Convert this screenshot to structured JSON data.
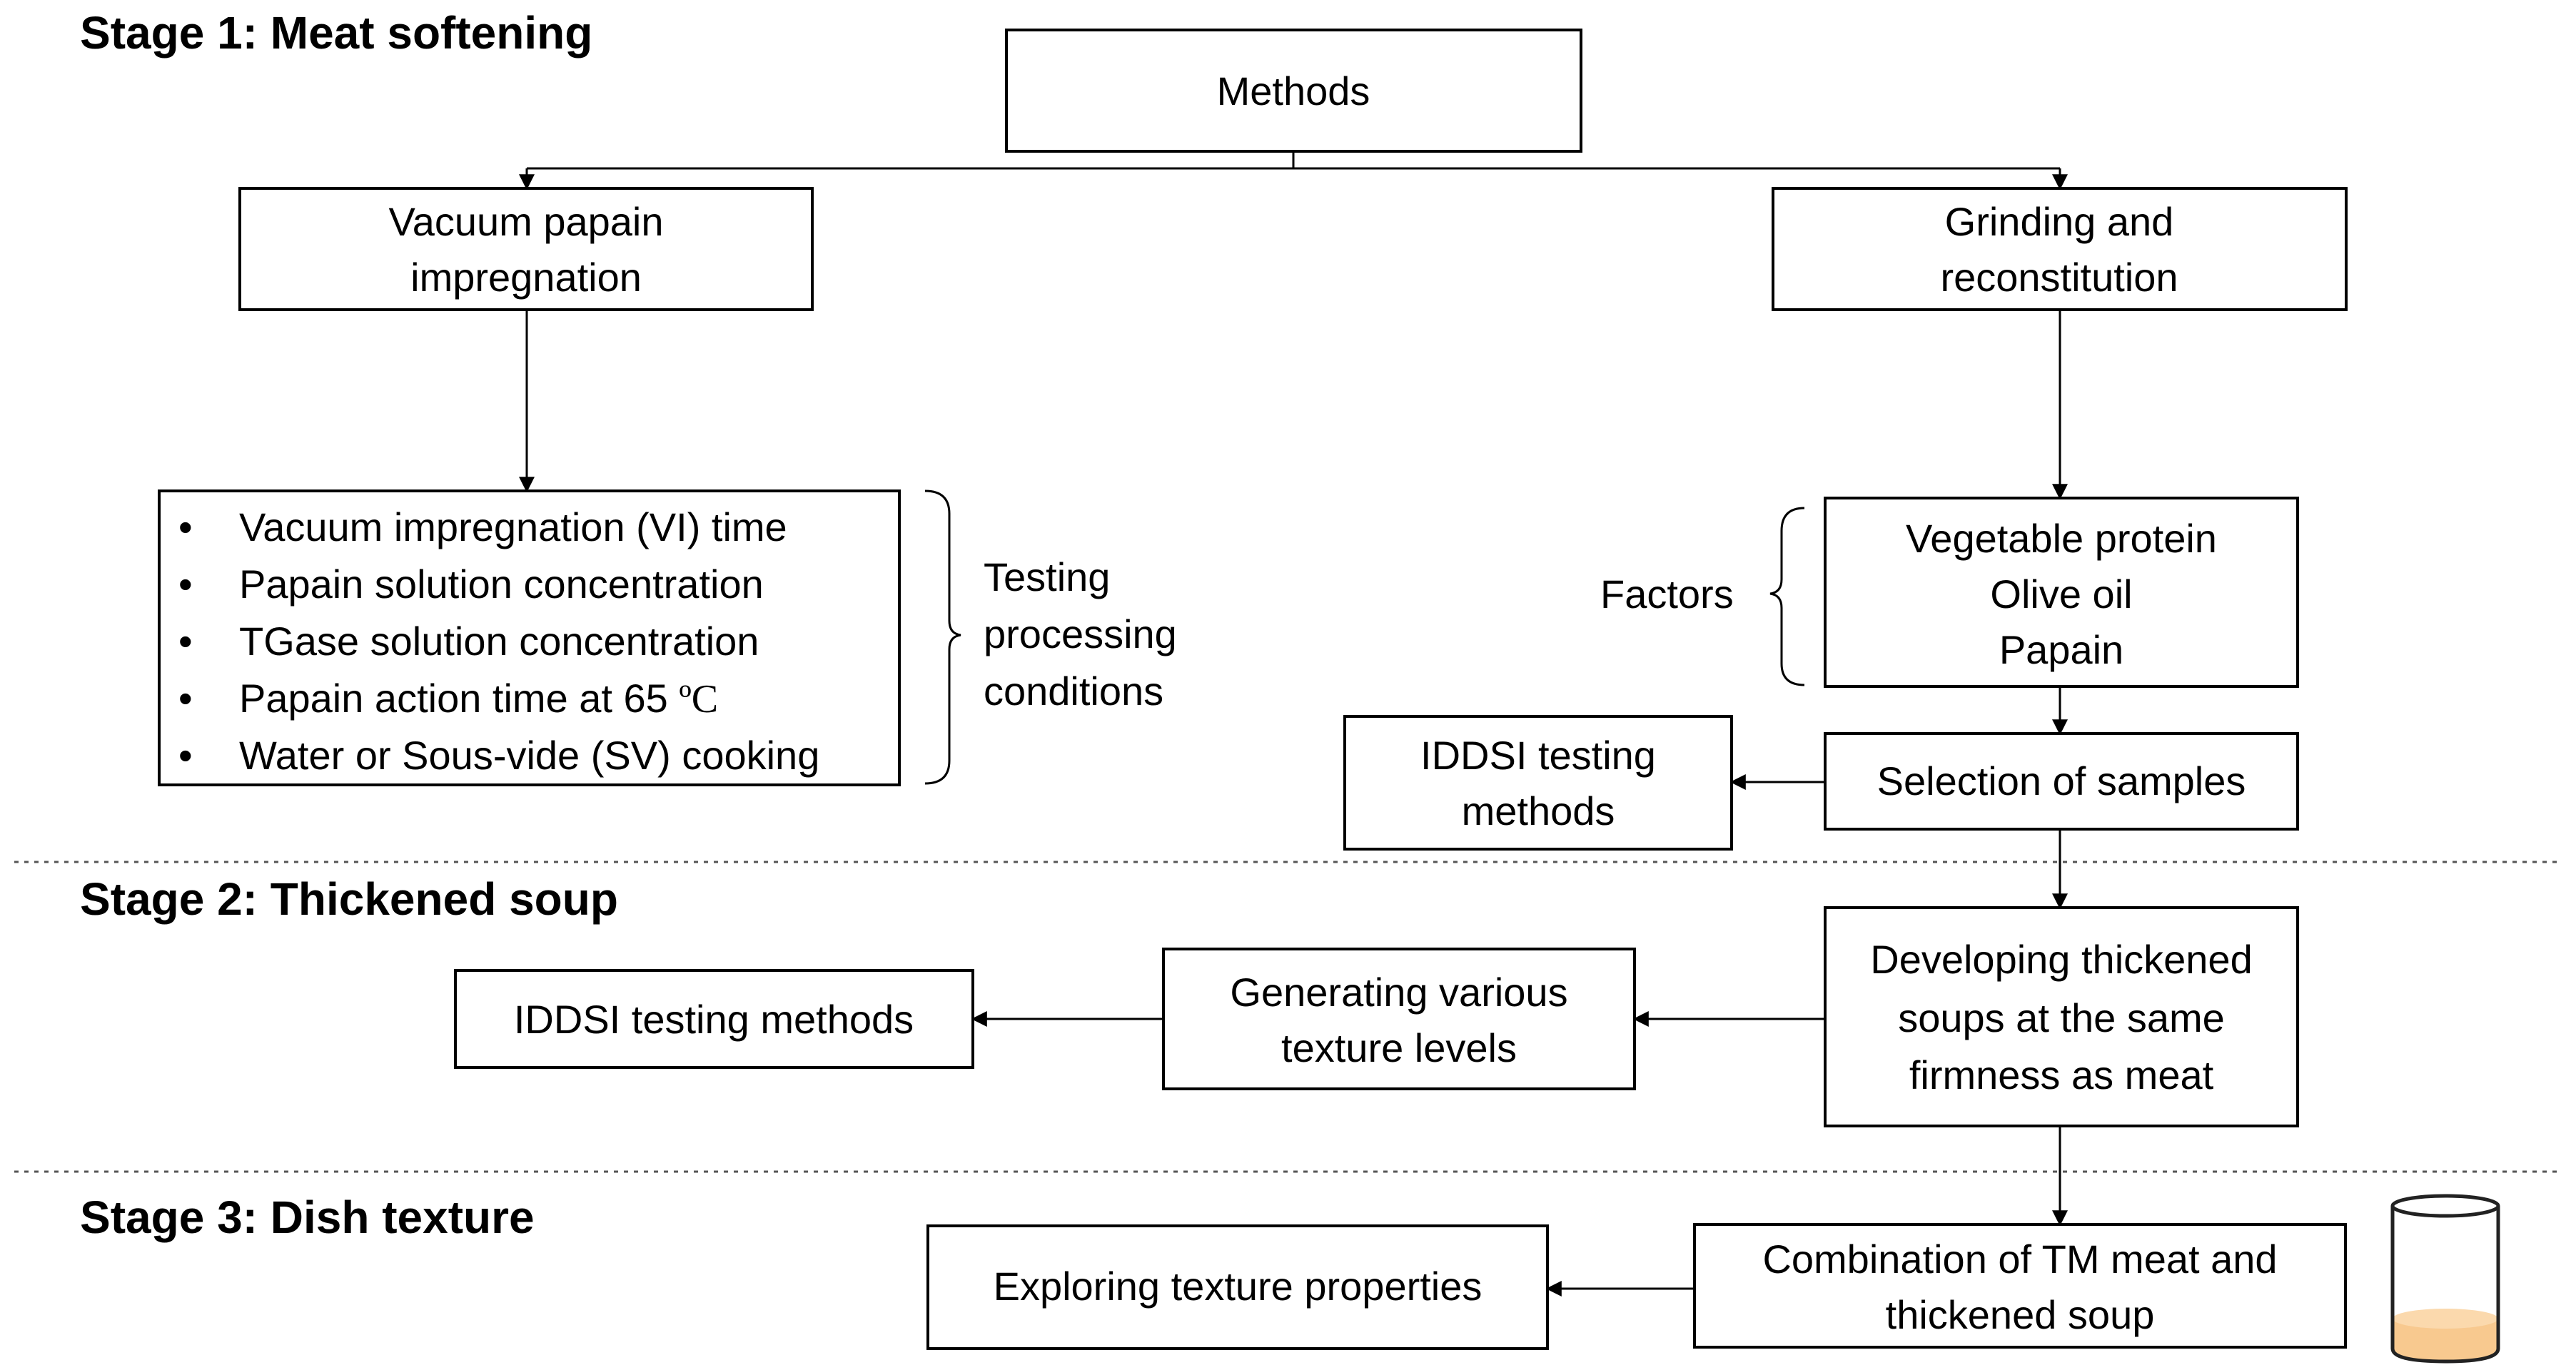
{
  "stages": {
    "stage1": "Stage 1: Meat softening",
    "stage2": "Stage 2: Thickened soup",
    "stage3": "Stage 3: Dish texture"
  },
  "boxes": {
    "methods": "Methods",
    "vacuum_papain": [
      "Vacuum papain",
      "impregnation"
    ],
    "grinding": [
      "Grinding and",
      "reconstitution"
    ],
    "conditions": [
      "Vacuum impregnation (VI) time",
      "Papain solution concentration",
      "TGase solution concentration",
      "Papain action time at 65 ",
      "Water or Sous-vide (SV) cooking"
    ],
    "temp_unit": "ºC",
    "factors_box": [
      "Vegetable protein",
      "Olive oil",
      "Papain"
    ],
    "selection": "Selection of samples",
    "iddsi_stage1": [
      "IDDSI testing",
      "methods"
    ],
    "developing_soups": [
      "Developing thickened",
      "soups at the same",
      "firmness as meat"
    ],
    "generating_levels": [
      "Generating various",
      "texture levels"
    ],
    "iddsi_stage2": "IDDSI testing methods",
    "combination": [
      "Combination of TM meat and",
      "thickened soup"
    ],
    "exploring": "Exploring texture properties"
  },
  "labels": {
    "testing_conditions": [
      "Testing",
      "processing",
      "conditions"
    ],
    "factors": "Factors"
  },
  "bullet": "•",
  "icon": "beaker-icon",
  "colors": {
    "beaker_liquid": "#f8c98f",
    "beaker_liquid_top": "#fbd9ad",
    "beaker_outline": "#222222"
  }
}
